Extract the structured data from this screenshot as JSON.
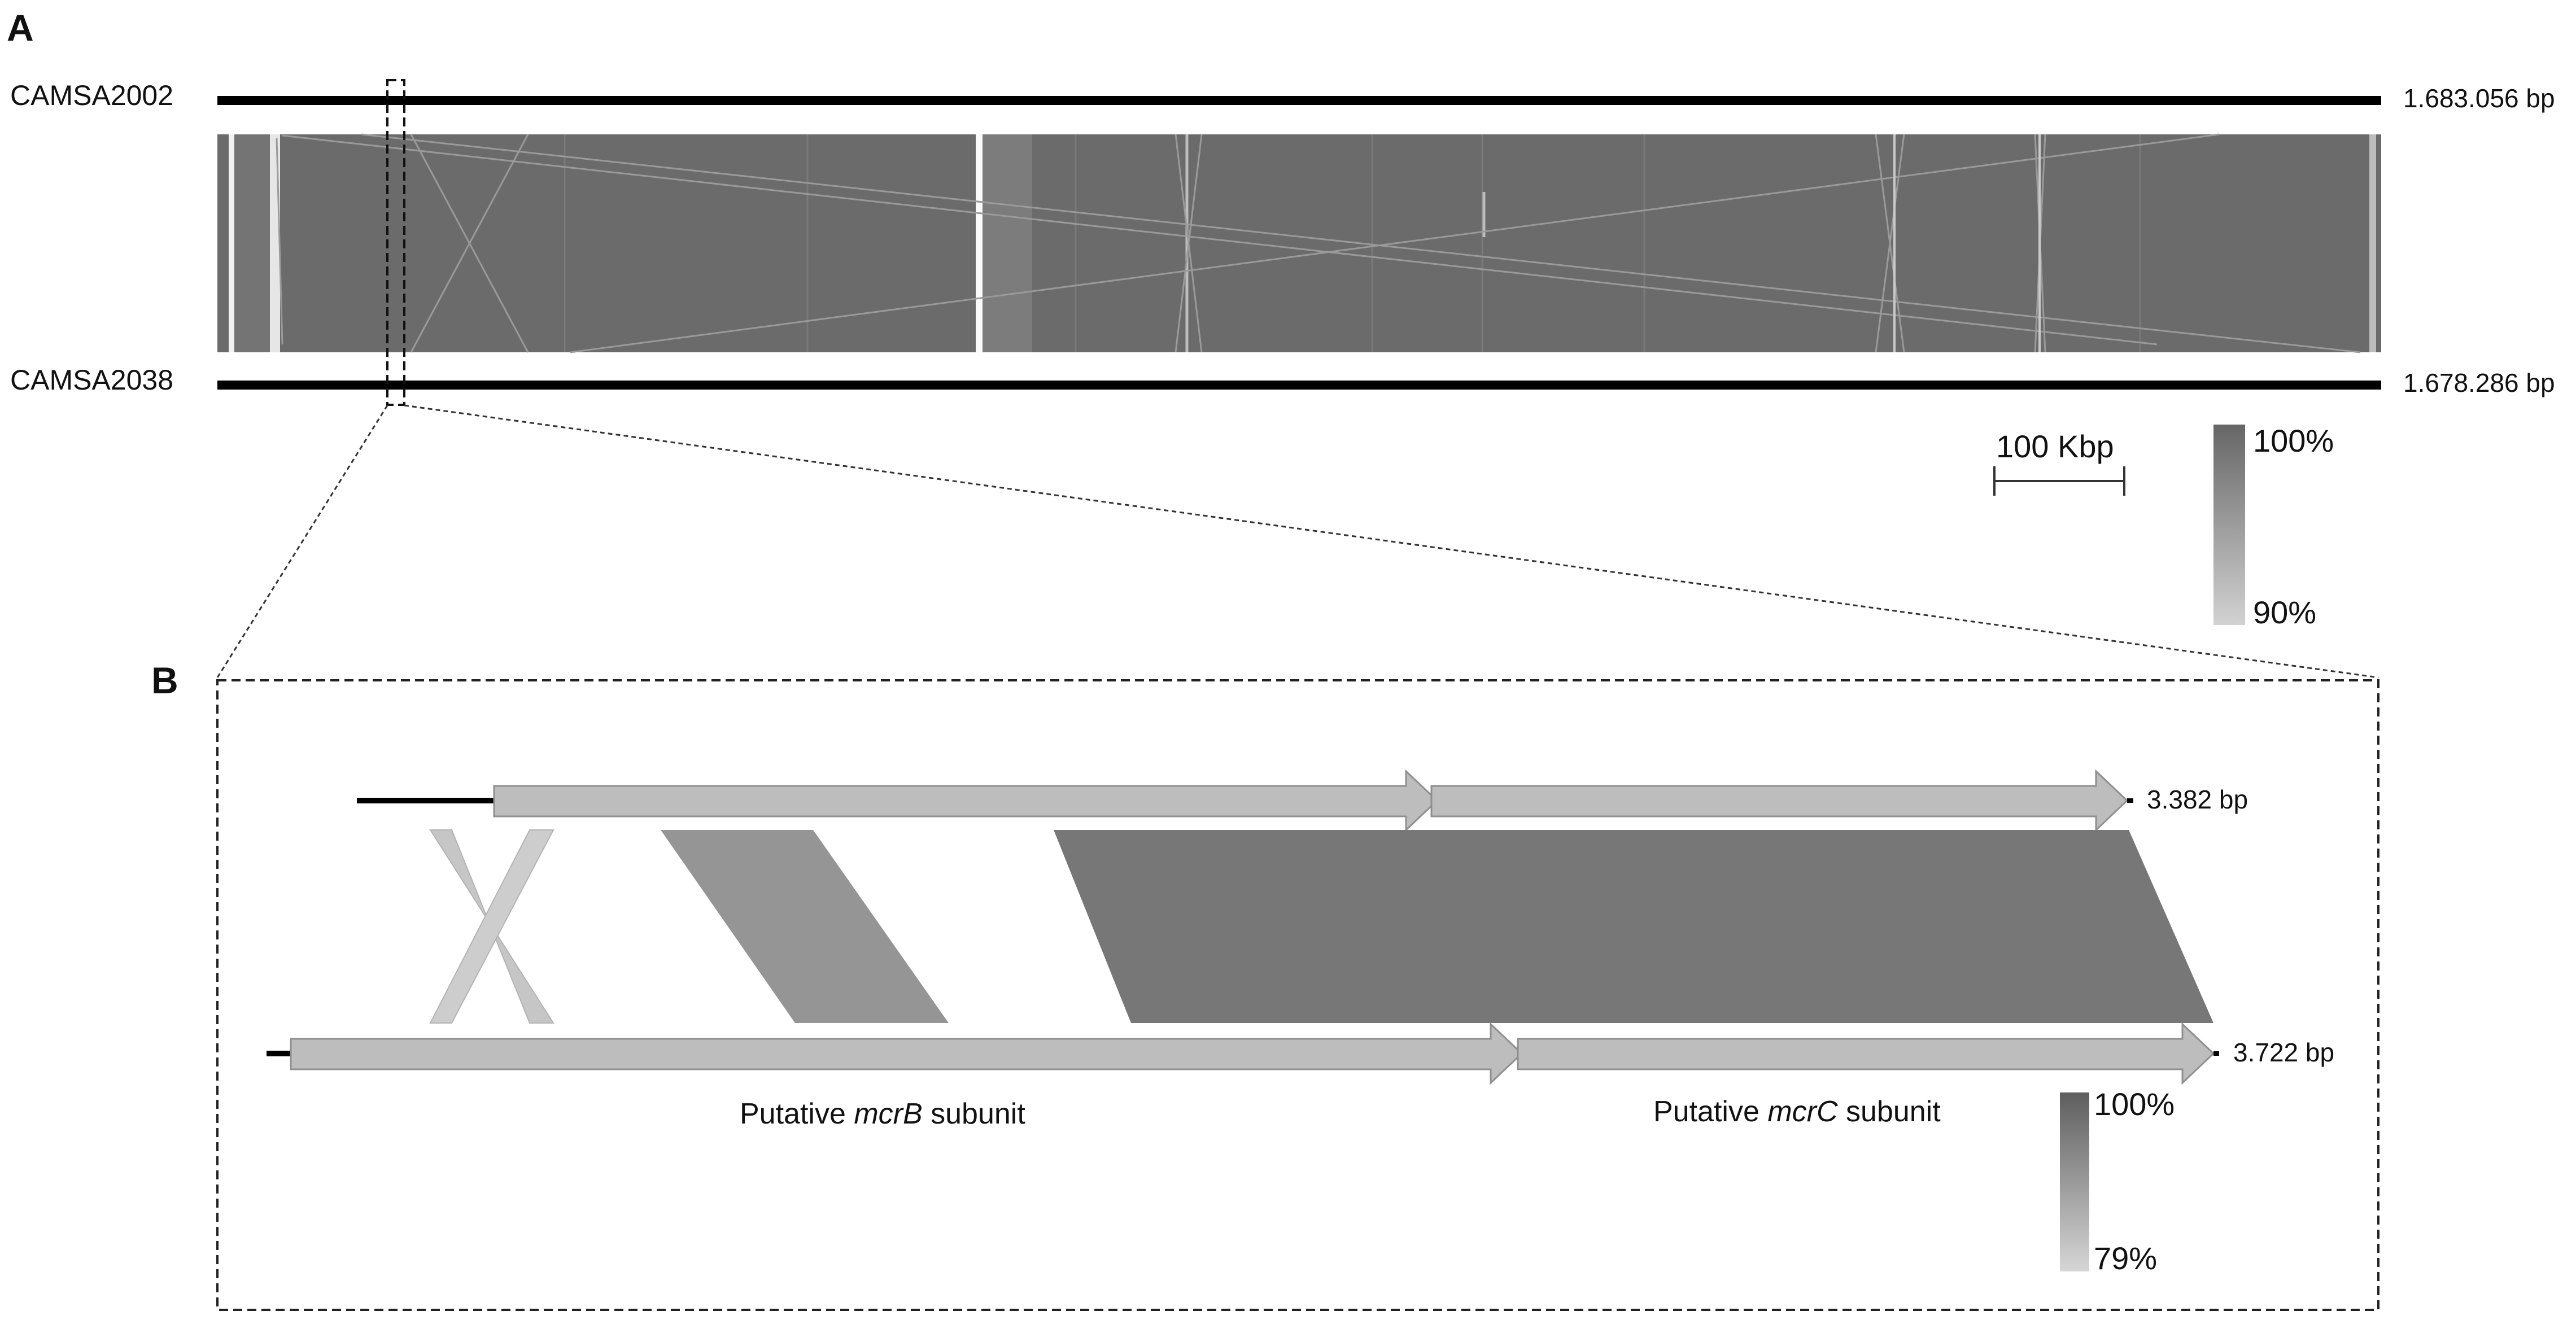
{
  "panel_a": {
    "letter": "A",
    "top_genome": {
      "name": "CAMSA2002",
      "length": "1.683.056 bp"
    },
    "bottom_genome": {
      "name": "CAMSA2038",
      "length": "1.678.286 bp"
    },
    "scale_bar": {
      "label": "100 Kbp",
      "kbp": 100
    },
    "identity_legend": {
      "max_label": "100%",
      "min_label": "90%",
      "max": 100,
      "min": 90
    }
  },
  "panel_b": {
    "letter": "B",
    "top_sequence": {
      "length": "3.382 bp"
    },
    "bottom_sequence": {
      "length": "3.722 bp"
    },
    "gene_labels": {
      "mcrb": {
        "prefix": "Putative ",
        "gene": "mcrB",
        "suffix": " subunit"
      },
      "mcrc": {
        "prefix": "Putative ",
        "gene": "mcrC",
        "suffix": " subunit"
      }
    },
    "identity_legend": {
      "max_label": "100%",
      "min_label": "79%",
      "max": 100,
      "min": 79
    }
  },
  "colors": {
    "genome_line": "#000000",
    "match_block": "#6b6b6b",
    "gene_arrow": "#bdbdbd",
    "high_identity": "#6e6e6e",
    "mid_identity": "#959595",
    "low_identity": "#c8c8c8"
  }
}
